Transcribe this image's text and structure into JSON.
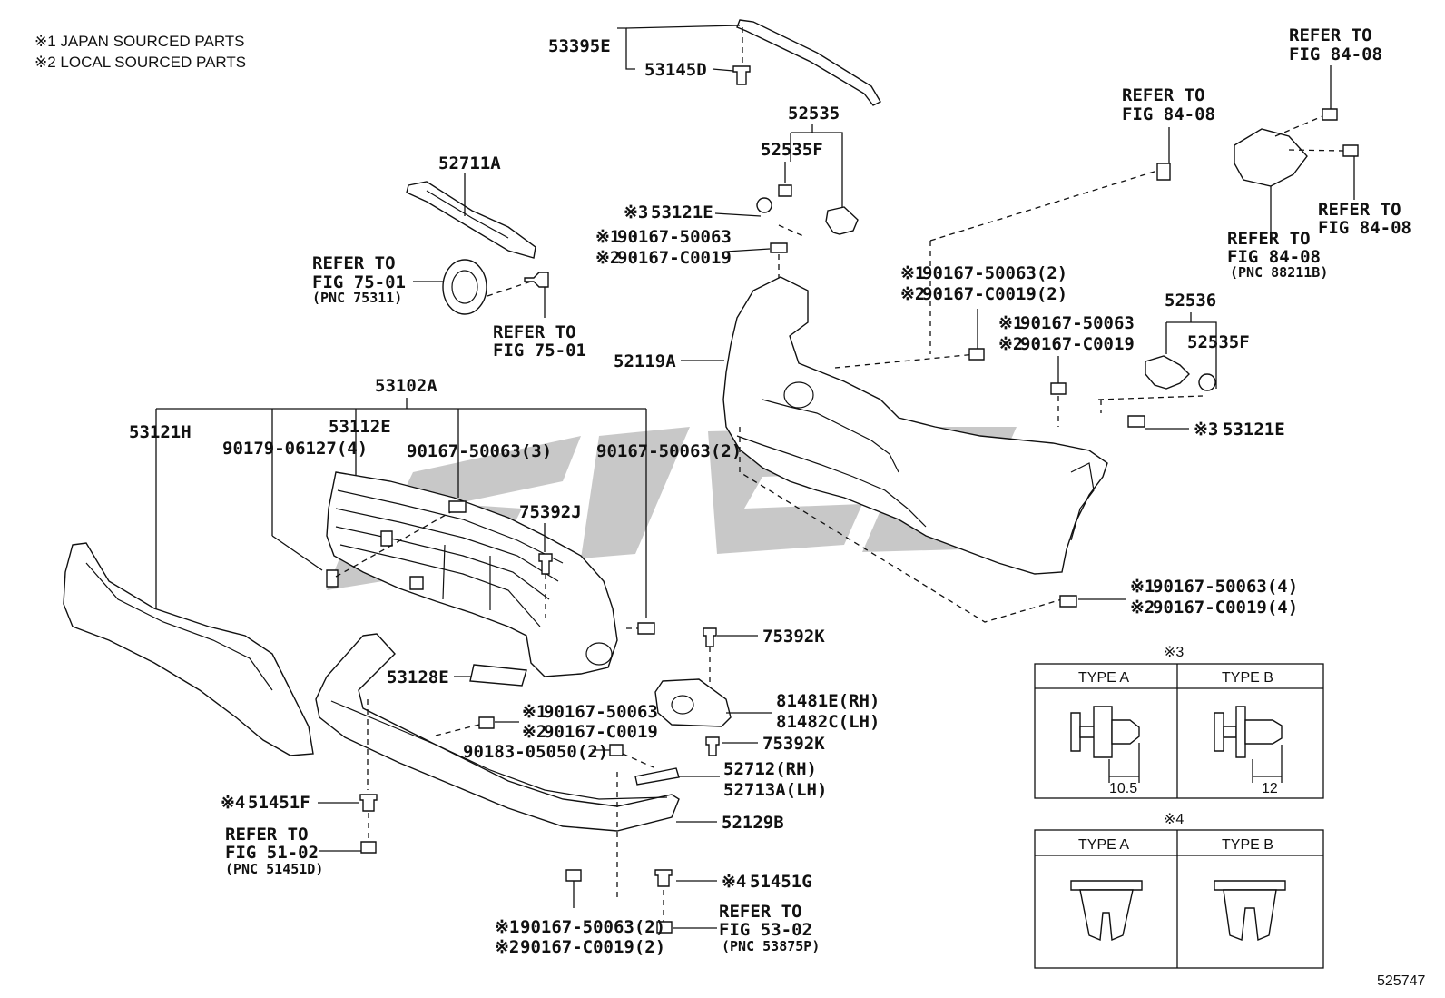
{
  "notes": [
    "※1 JAPAN SOURCED PARTS",
    "※2 LOCAL SOURCED PARTS"
  ],
  "labels": {
    "p53395E": "53395E",
    "p53145D": "53145D",
    "p52711A": "52711A",
    "p52535": "52535",
    "p52535F_top": "52535F",
    "p53121E_top": "53121E",
    "n3_top": "※3",
    "p90167_50063_top": "90167-50063",
    "p90167_C0019_top": "90167-C0019",
    "m1_top": "※1",
    "m2_top": "※2",
    "refer_75_a": "REFER TO",
    "refer_75_a2": "FIG 75-01",
    "refer_75_a3": "(PNC 75311)",
    "refer_75_b": "REFER TO",
    "refer_75_b2": "FIG 75-01",
    "p52119A": "52119A",
    "p53102A": "53102A",
    "p53121H": "53121H",
    "p53112E": "53112E",
    "p90179": "90179-06127(4)",
    "p90167_3": "90167-50063(3)",
    "p90167_2": "90167-50063(2)",
    "p75392J": "75392J",
    "p53128E": "53128E",
    "p75392K_a": "75392K",
    "p75392K_b": "75392K",
    "p81481E": "81481E(RH)",
    "p81482C": "81482C(LH)",
    "m1_mid": "※1",
    "m2_mid": "※2",
    "p90167_50063_mid": "90167-50063",
    "p90167_C0019_mid": "90167-C0019",
    "p90183": "90183-05050(2)",
    "p52712": "52712(RH)",
    "p52713A": "52713A(LH)",
    "p52129B": "52129B",
    "n4_a": "※4",
    "p51451F": "51451F",
    "refer_51_1": "REFER TO",
    "refer_51_2": "FIG 51-02",
    "refer_51_3": "(PNC 51451D)",
    "n4_b": "※4",
    "p51451G": "51451G",
    "refer_53_1": "REFER TO",
    "refer_53_2": "FIG 53-02",
    "refer_53_3": "(PNC 53875P)",
    "m1_bot": "※1",
    "m2_bot": "※2",
    "p90167_50063_bot": "90167-50063(2)",
    "p90167_C0019_bot": "90167-C0019(2)",
    "m1_r1": "※1",
    "m2_r1": "※2",
    "p90167_50063_r1": "90167-50063(2)",
    "p90167_C0019_r1": "90167-C0019(2)",
    "m1_r2": "※1",
    "m2_r2": "※2",
    "p90167_50063_r2": "90167-50063",
    "p90167_C0019_r2": "90167-C0019",
    "p52536": "52536",
    "p52535F_r": "52535F",
    "n3_r": "※3",
    "p53121E_r": "53121E",
    "m1_r3": "※1",
    "m2_r3": "※2",
    "p90167_50063_r3": "90167-50063(4)",
    "p90167_C0019_r3": "90167-C0019(4)",
    "refer_84_a1": "REFER TO",
    "refer_84_a2": "FIG 84-08",
    "refer_84_b1": "REFER TO",
    "refer_84_b2": "FIG 84-08",
    "refer_84_c1": "REFER TO",
    "refer_84_c2": "FIG 84-08",
    "refer_84_d1": "REFER TO",
    "refer_84_d2": "FIG 84-08",
    "refer_84_d3": "(PNC 88211B)",
    "table3_title": "※3",
    "table3_typeA": "TYPE A",
    "table3_typeB": "TYPE B",
    "table3_dimA": "10.5",
    "table3_dimB": "12",
    "table4_title": "※4",
    "table4_typeA": "TYPE A",
    "table4_typeB": "TYPE B",
    "diagram_id": "525747"
  }
}
